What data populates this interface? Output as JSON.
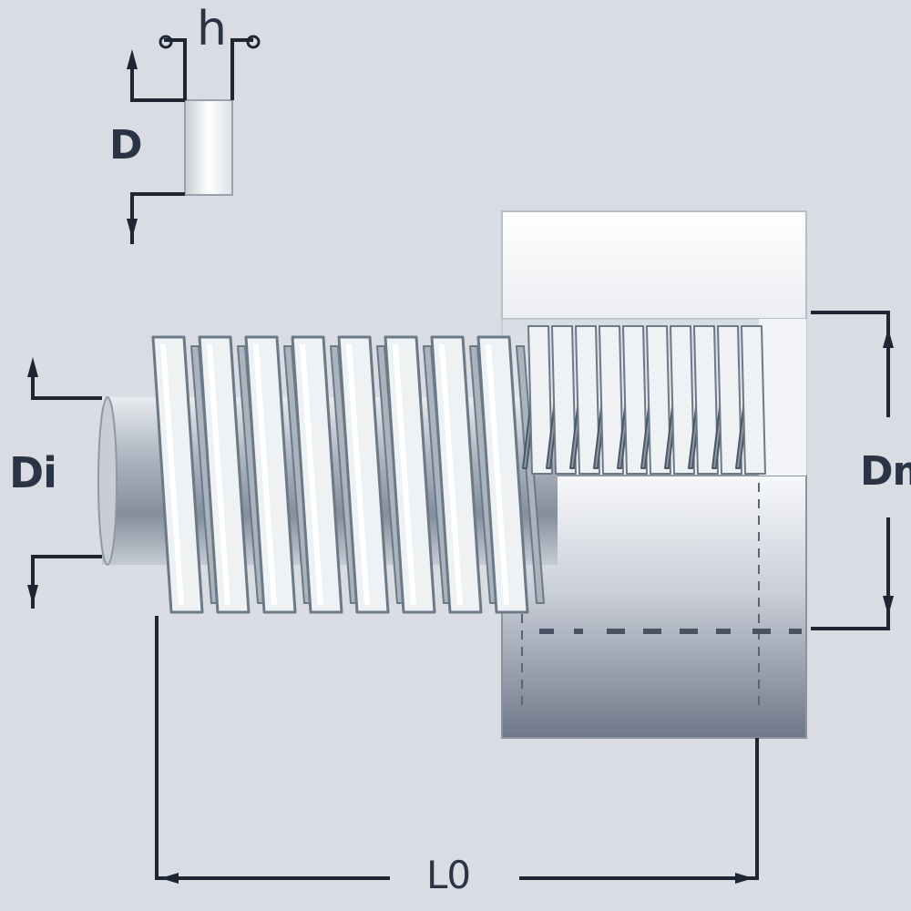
{
  "labels": {
    "d": "D",
    "h": "h",
    "di": "Di",
    "dm": "Dm",
    "l0": "L0"
  },
  "colors": {
    "background": "#d9dce3",
    "line": "#1f2633",
    "coil": "#eef2f4",
    "coil_edge": "#6c7a88",
    "housing": "#f4f5f7",
    "housing_shadow": "#7c8596"
  }
}
